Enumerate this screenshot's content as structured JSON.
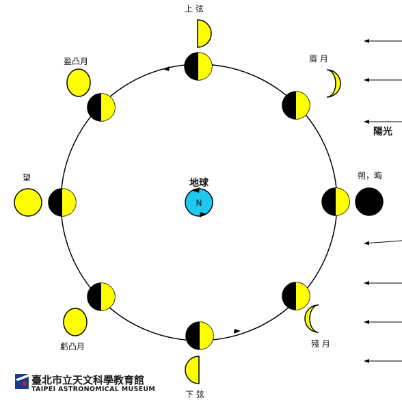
{
  "colors": {
    "moon_lit": "#ffff00",
    "moon_dark": "#000000",
    "earth": "#1ec8f0",
    "orbit": "#000000",
    "logo_blue": "#1b3a8a",
    "logo_red": "#d42020"
  },
  "labels": {
    "first_quarter": "上 弦",
    "waxing_crescent": "眉 月",
    "sunlight": "陽光",
    "new_moon": "朔，晦",
    "waning_crescent": "殘 月",
    "last_quarter": "下 弦",
    "waning_gibbous": "虧凸月",
    "full_moon": "望",
    "waxing_gibbous": "盈凸月",
    "earth": "地球",
    "north": "N"
  },
  "logo": {
    "name_zh": "臺北市立天文科學教育館",
    "name_en": "TAIPEI ASTRONOMICAL MUSEUM"
  },
  "icons": {
    "sun_rays": "arrow-left",
    "rotation": "counterclockwise-arrow",
    "orbit_direction": "counterclockwise-arrow"
  }
}
